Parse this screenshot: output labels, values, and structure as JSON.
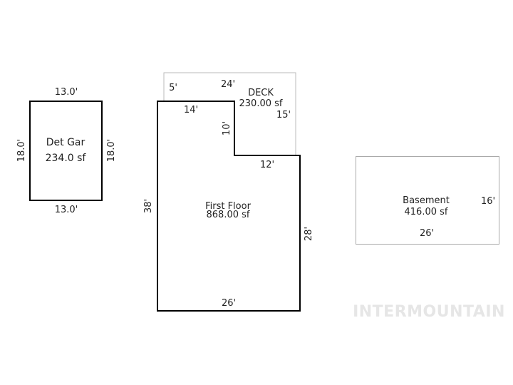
{
  "garage": {
    "label": "Det Gar",
    "area": "234.0 sf",
    "top_dim": "13.0'",
    "bottom_dim": "13.0'",
    "left_dim": "18.0'",
    "right_dim": "18.0'"
  },
  "deck": {
    "label": "DECK",
    "area": "230.00 sf",
    "dim_5": "5'",
    "dim_24": "24'",
    "dim_15": "15'"
  },
  "first_floor": {
    "label": "First Floor",
    "area": "868.00 sf",
    "dim_14": "14'",
    "dim_10": "10'",
    "dim_12": "12'",
    "dim_38": "38'",
    "dim_28": "28'",
    "dim_26": "26'"
  },
  "basement": {
    "label": "Basement",
    "area": "416.00 sf",
    "dim_16": "16'",
    "dim_26": "26'"
  },
  "watermark": "INTERMOUNTAIN"
}
